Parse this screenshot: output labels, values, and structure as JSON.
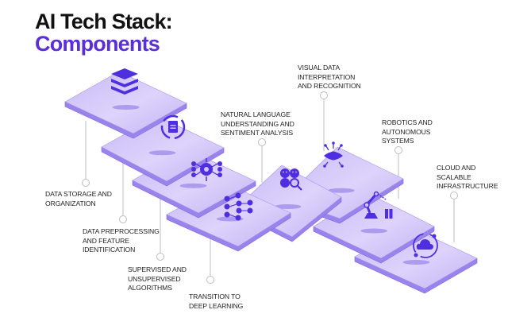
{
  "title": {
    "line1": "AI Tech Stack:",
    "line2": "Components"
  },
  "colors": {
    "title_dark": "#111111",
    "accent": "#5a2fd6",
    "icon": "#4f2ee0",
    "plate_top": "#cfc3f7",
    "plate_edge": "#9a84ec",
    "connector": "#bdbdbd"
  },
  "components": [
    {
      "id": "data-storage",
      "label": "Data storage and\norganization",
      "icon": "stacked-layers-icon"
    },
    {
      "id": "data-preprocessing",
      "label": "Data preprocessing\nand feature\nidentification",
      "icon": "document-refresh-icon"
    },
    {
      "id": "algorithms",
      "label": "Supervised and\nunsupervised\nalgorithms",
      "icon": "gear-network-icon"
    },
    {
      "id": "deep-learning",
      "label": "Transition to\ndeep learning",
      "icon": "neural-network-icon"
    },
    {
      "id": "nlp",
      "label": "Natural language\nunderstanding and\nsentiment analysis",
      "icon": "sentiment-search-icon"
    },
    {
      "id": "vision",
      "label": "Visual data\ninterpretation\nand recognition",
      "icon": "eye-network-icon"
    },
    {
      "id": "robotics",
      "label": "Robotics and\nautonomous\nsystems",
      "icon": "robot-arm-icon"
    },
    {
      "id": "cloud",
      "label": "Cloud and\nscalable\ninfrastructure",
      "icon": "cloud-sync-icon"
    }
  ]
}
